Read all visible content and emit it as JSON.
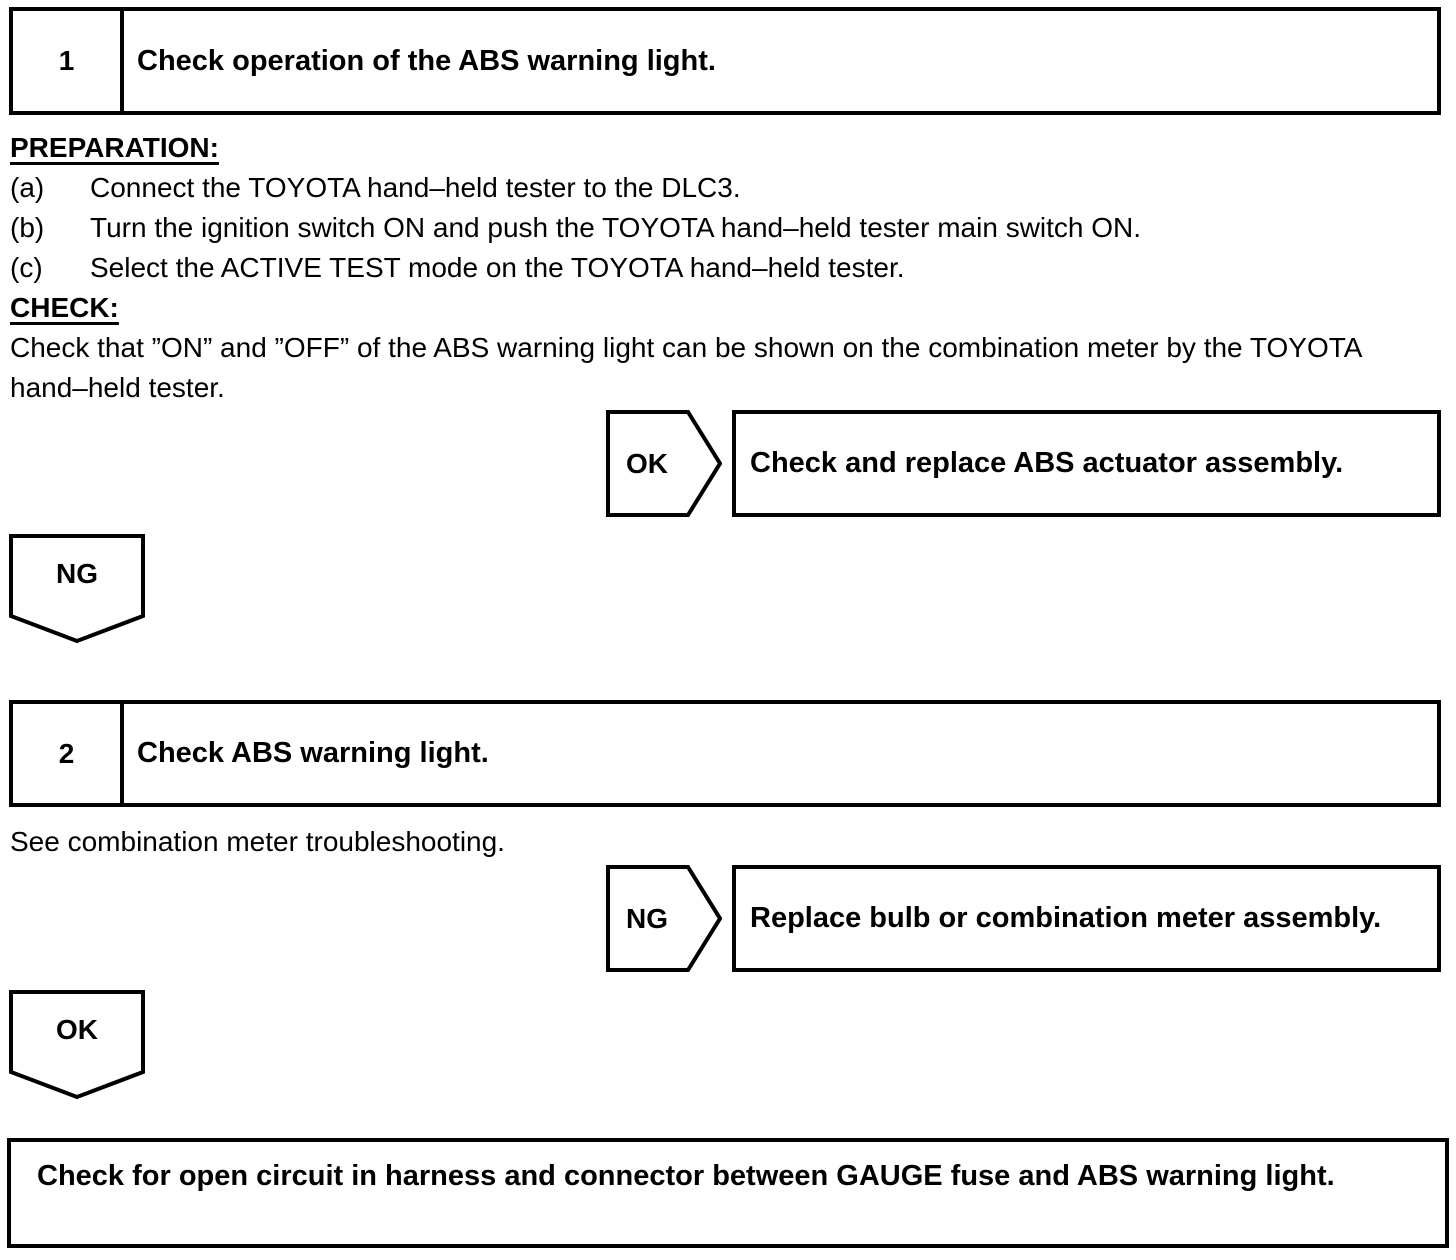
{
  "steps": [
    {
      "number": "1",
      "title": "Check operation of the ABS warning light.",
      "preparation_heading": "PREPARATION:",
      "preparation_items": [
        {
          "label": "(a)",
          "text": "Connect the TOYOTA hand–held tester to the DLC3."
        },
        {
          "label": "(b)",
          "text": "Turn the ignition switch ON and push the TOYOTA hand–held tester main switch ON."
        },
        {
          "label": "(c)",
          "text": "Select the ACTIVE TEST mode on the TOYOTA hand–held tester."
        }
      ],
      "check_heading": "CHECK:",
      "check_text": "Check that ”ON” and ”OFF” of the ABS warning light can be shown on the combination meter by the TOYOTA hand–held tester.",
      "branch_label": "OK",
      "branch_action": "Check and replace ABS actuator assembly.",
      "continue_label": "NG"
    },
    {
      "number": "2",
      "title": "Check ABS warning light.",
      "note": "See combination meter troubleshooting.",
      "branch_label": "NG",
      "branch_action": "Replace bulb or combination meter assembly.",
      "continue_label": "OK"
    }
  ],
  "final_action": "Check for open circuit in harness and connector between GAUGE fuse and ABS warning light.",
  "colors": {
    "line": "#000000",
    "background": "#ffffff"
  }
}
